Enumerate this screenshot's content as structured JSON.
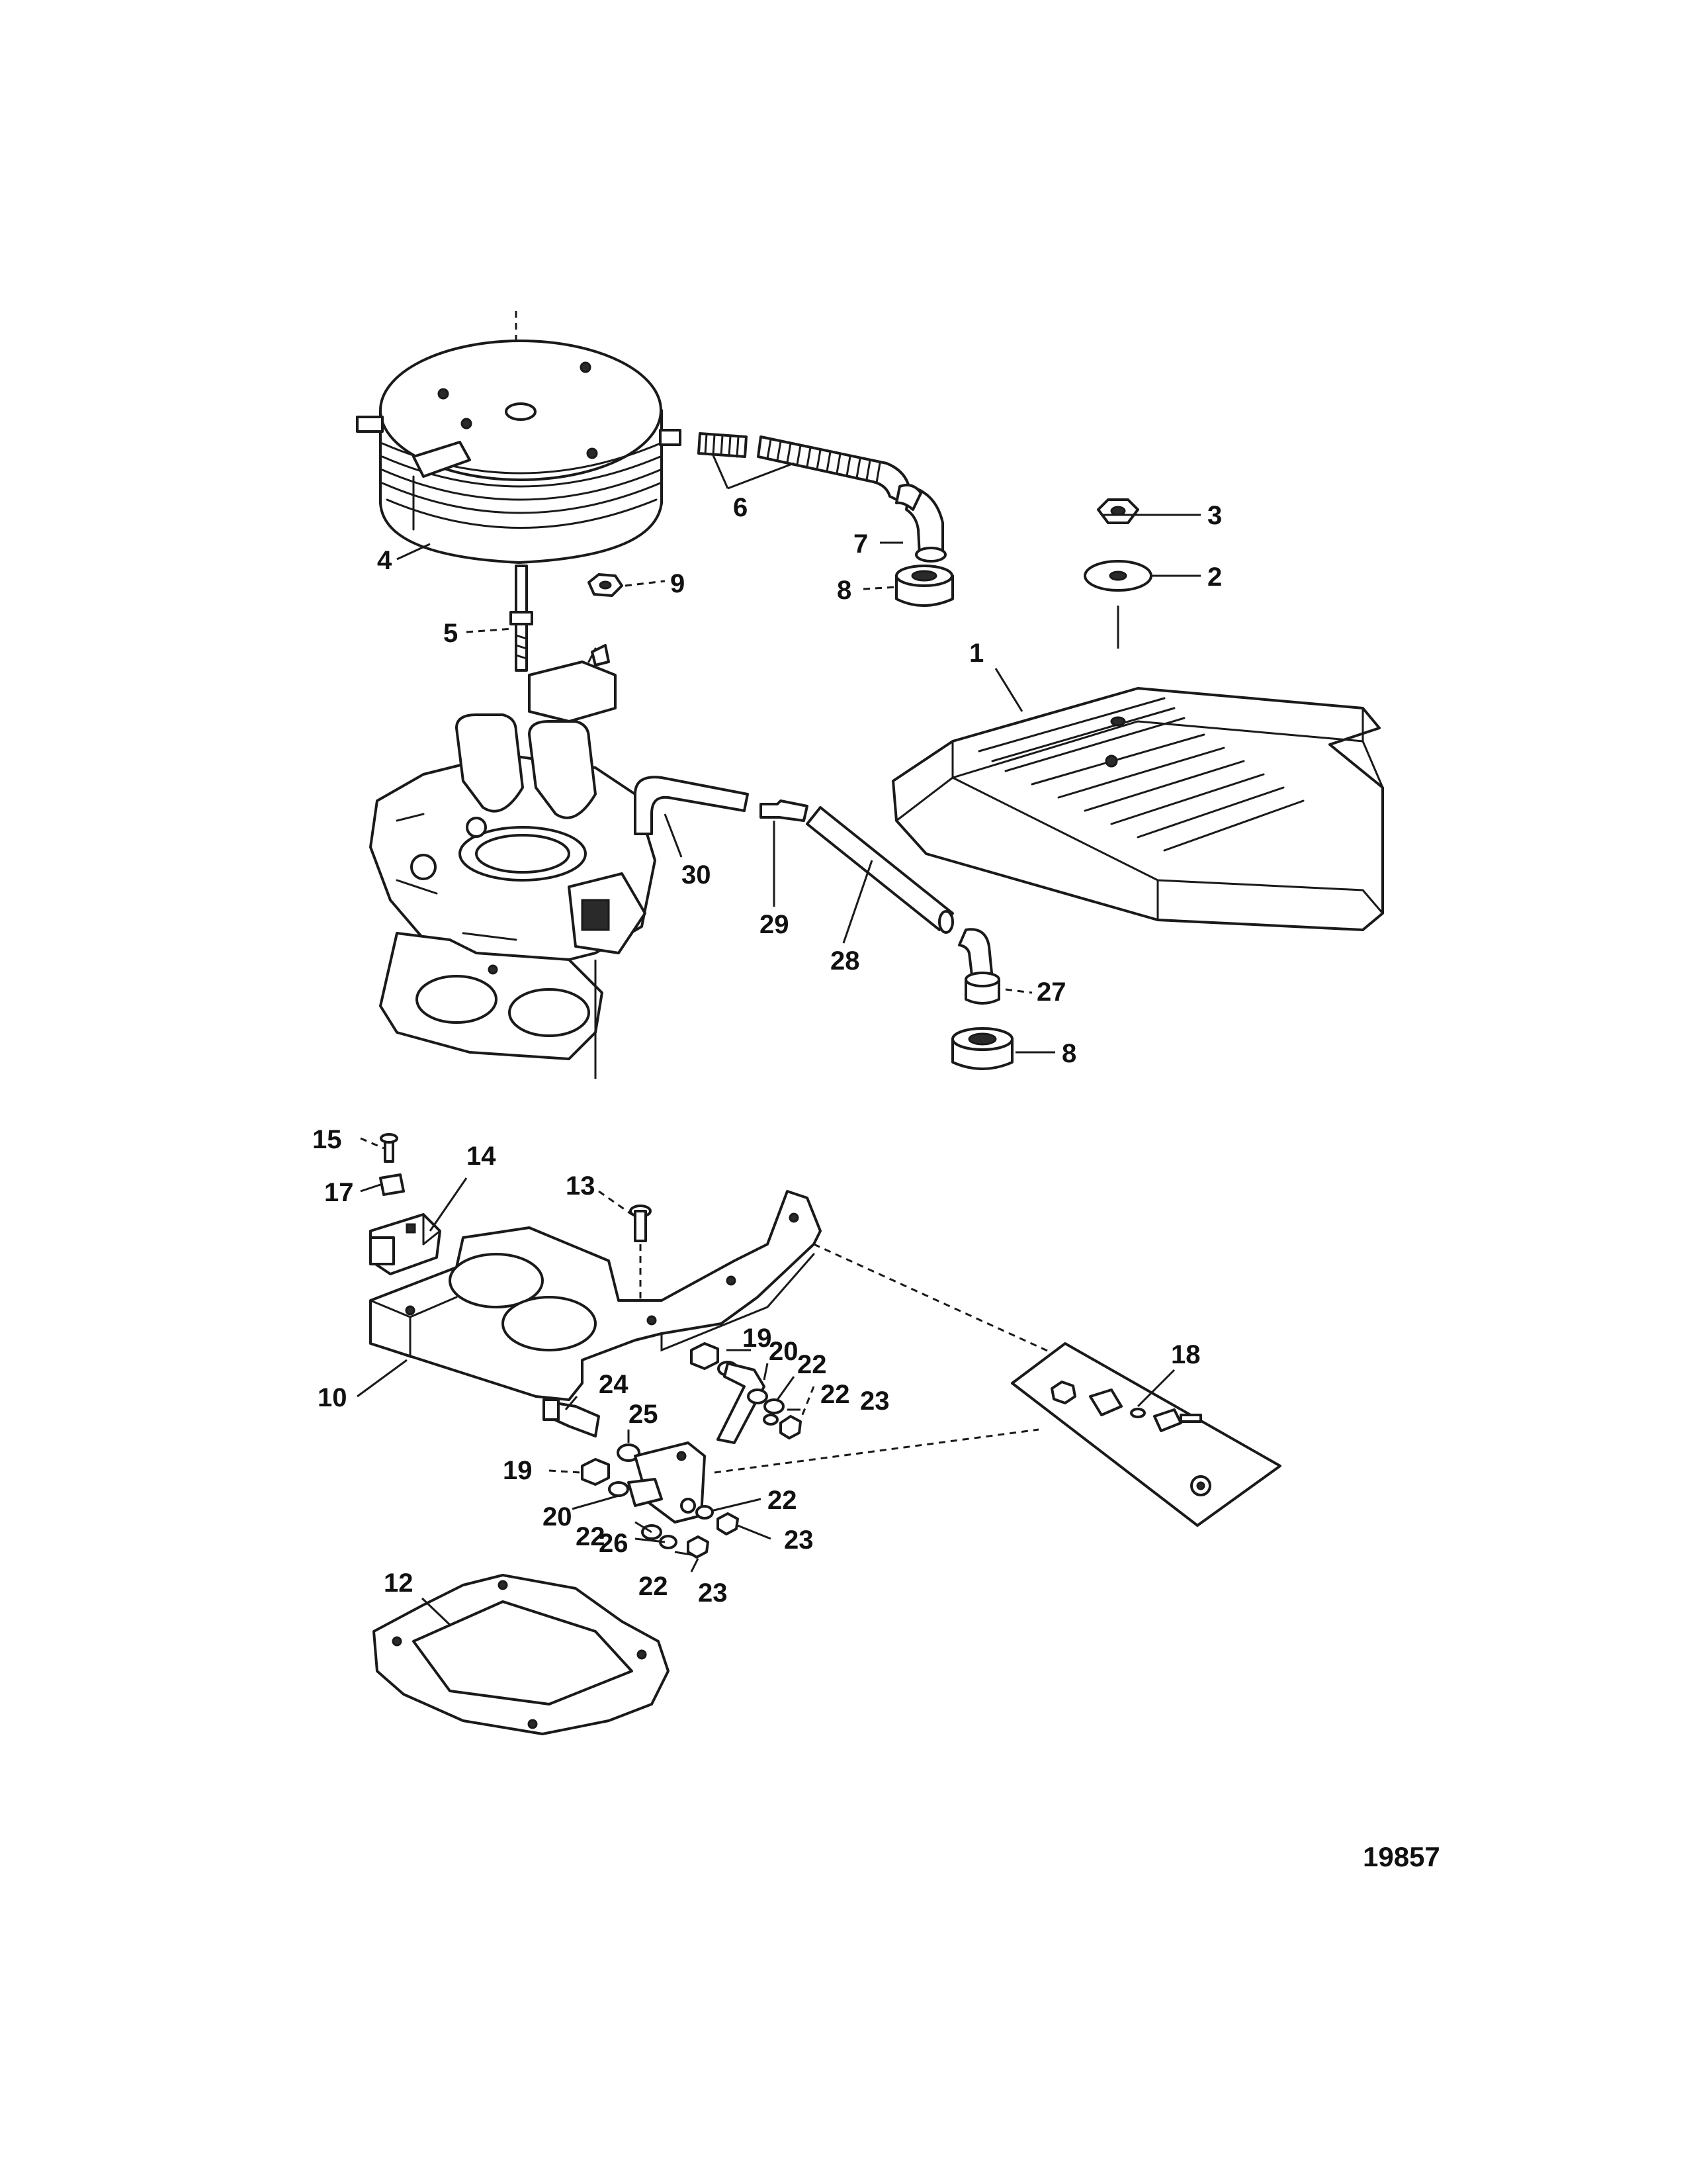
{
  "diagram": {
    "figure_number": "19857",
    "callouts": [
      {
        "id": "c1",
        "label": "1"
      },
      {
        "id": "c2",
        "label": "2"
      },
      {
        "id": "c3",
        "label": "3"
      },
      {
        "id": "c4",
        "label": "4"
      },
      {
        "id": "c5",
        "label": "5"
      },
      {
        "id": "c6",
        "label": "6"
      },
      {
        "id": "c7",
        "label": "7"
      },
      {
        "id": "c8a",
        "label": "8"
      },
      {
        "id": "c8b",
        "label": "8"
      },
      {
        "id": "c9",
        "label": "9"
      },
      {
        "id": "c10",
        "label": "10"
      },
      {
        "id": "c12",
        "label": "12"
      },
      {
        "id": "c13",
        "label": "13"
      },
      {
        "id": "c14",
        "label": "14"
      },
      {
        "id": "c15",
        "label": "15"
      },
      {
        "id": "c17",
        "label": "17"
      },
      {
        "id": "c18",
        "label": "18"
      },
      {
        "id": "c19a",
        "label": "19"
      },
      {
        "id": "c19b",
        "label": "19"
      },
      {
        "id": "c20a",
        "label": "20"
      },
      {
        "id": "c20b",
        "label": "20"
      },
      {
        "id": "c22a",
        "label": "22"
      },
      {
        "id": "c22b",
        "label": "22"
      },
      {
        "id": "c22c",
        "label": "22"
      },
      {
        "id": "c22d",
        "label": "22"
      },
      {
        "id": "c22e",
        "label": "22"
      },
      {
        "id": "c23a",
        "label": "23"
      },
      {
        "id": "c23b",
        "label": "23"
      },
      {
        "id": "c23c",
        "label": "23"
      },
      {
        "id": "c24",
        "label": "24"
      },
      {
        "id": "c25",
        "label": "25"
      },
      {
        "id": "c26",
        "label": "26"
      },
      {
        "id": "c27",
        "label": "27"
      },
      {
        "id": "c28",
        "label": "28"
      },
      {
        "id": "c29",
        "label": "29"
      },
      {
        "id": "c30",
        "label": "30"
      }
    ]
  }
}
